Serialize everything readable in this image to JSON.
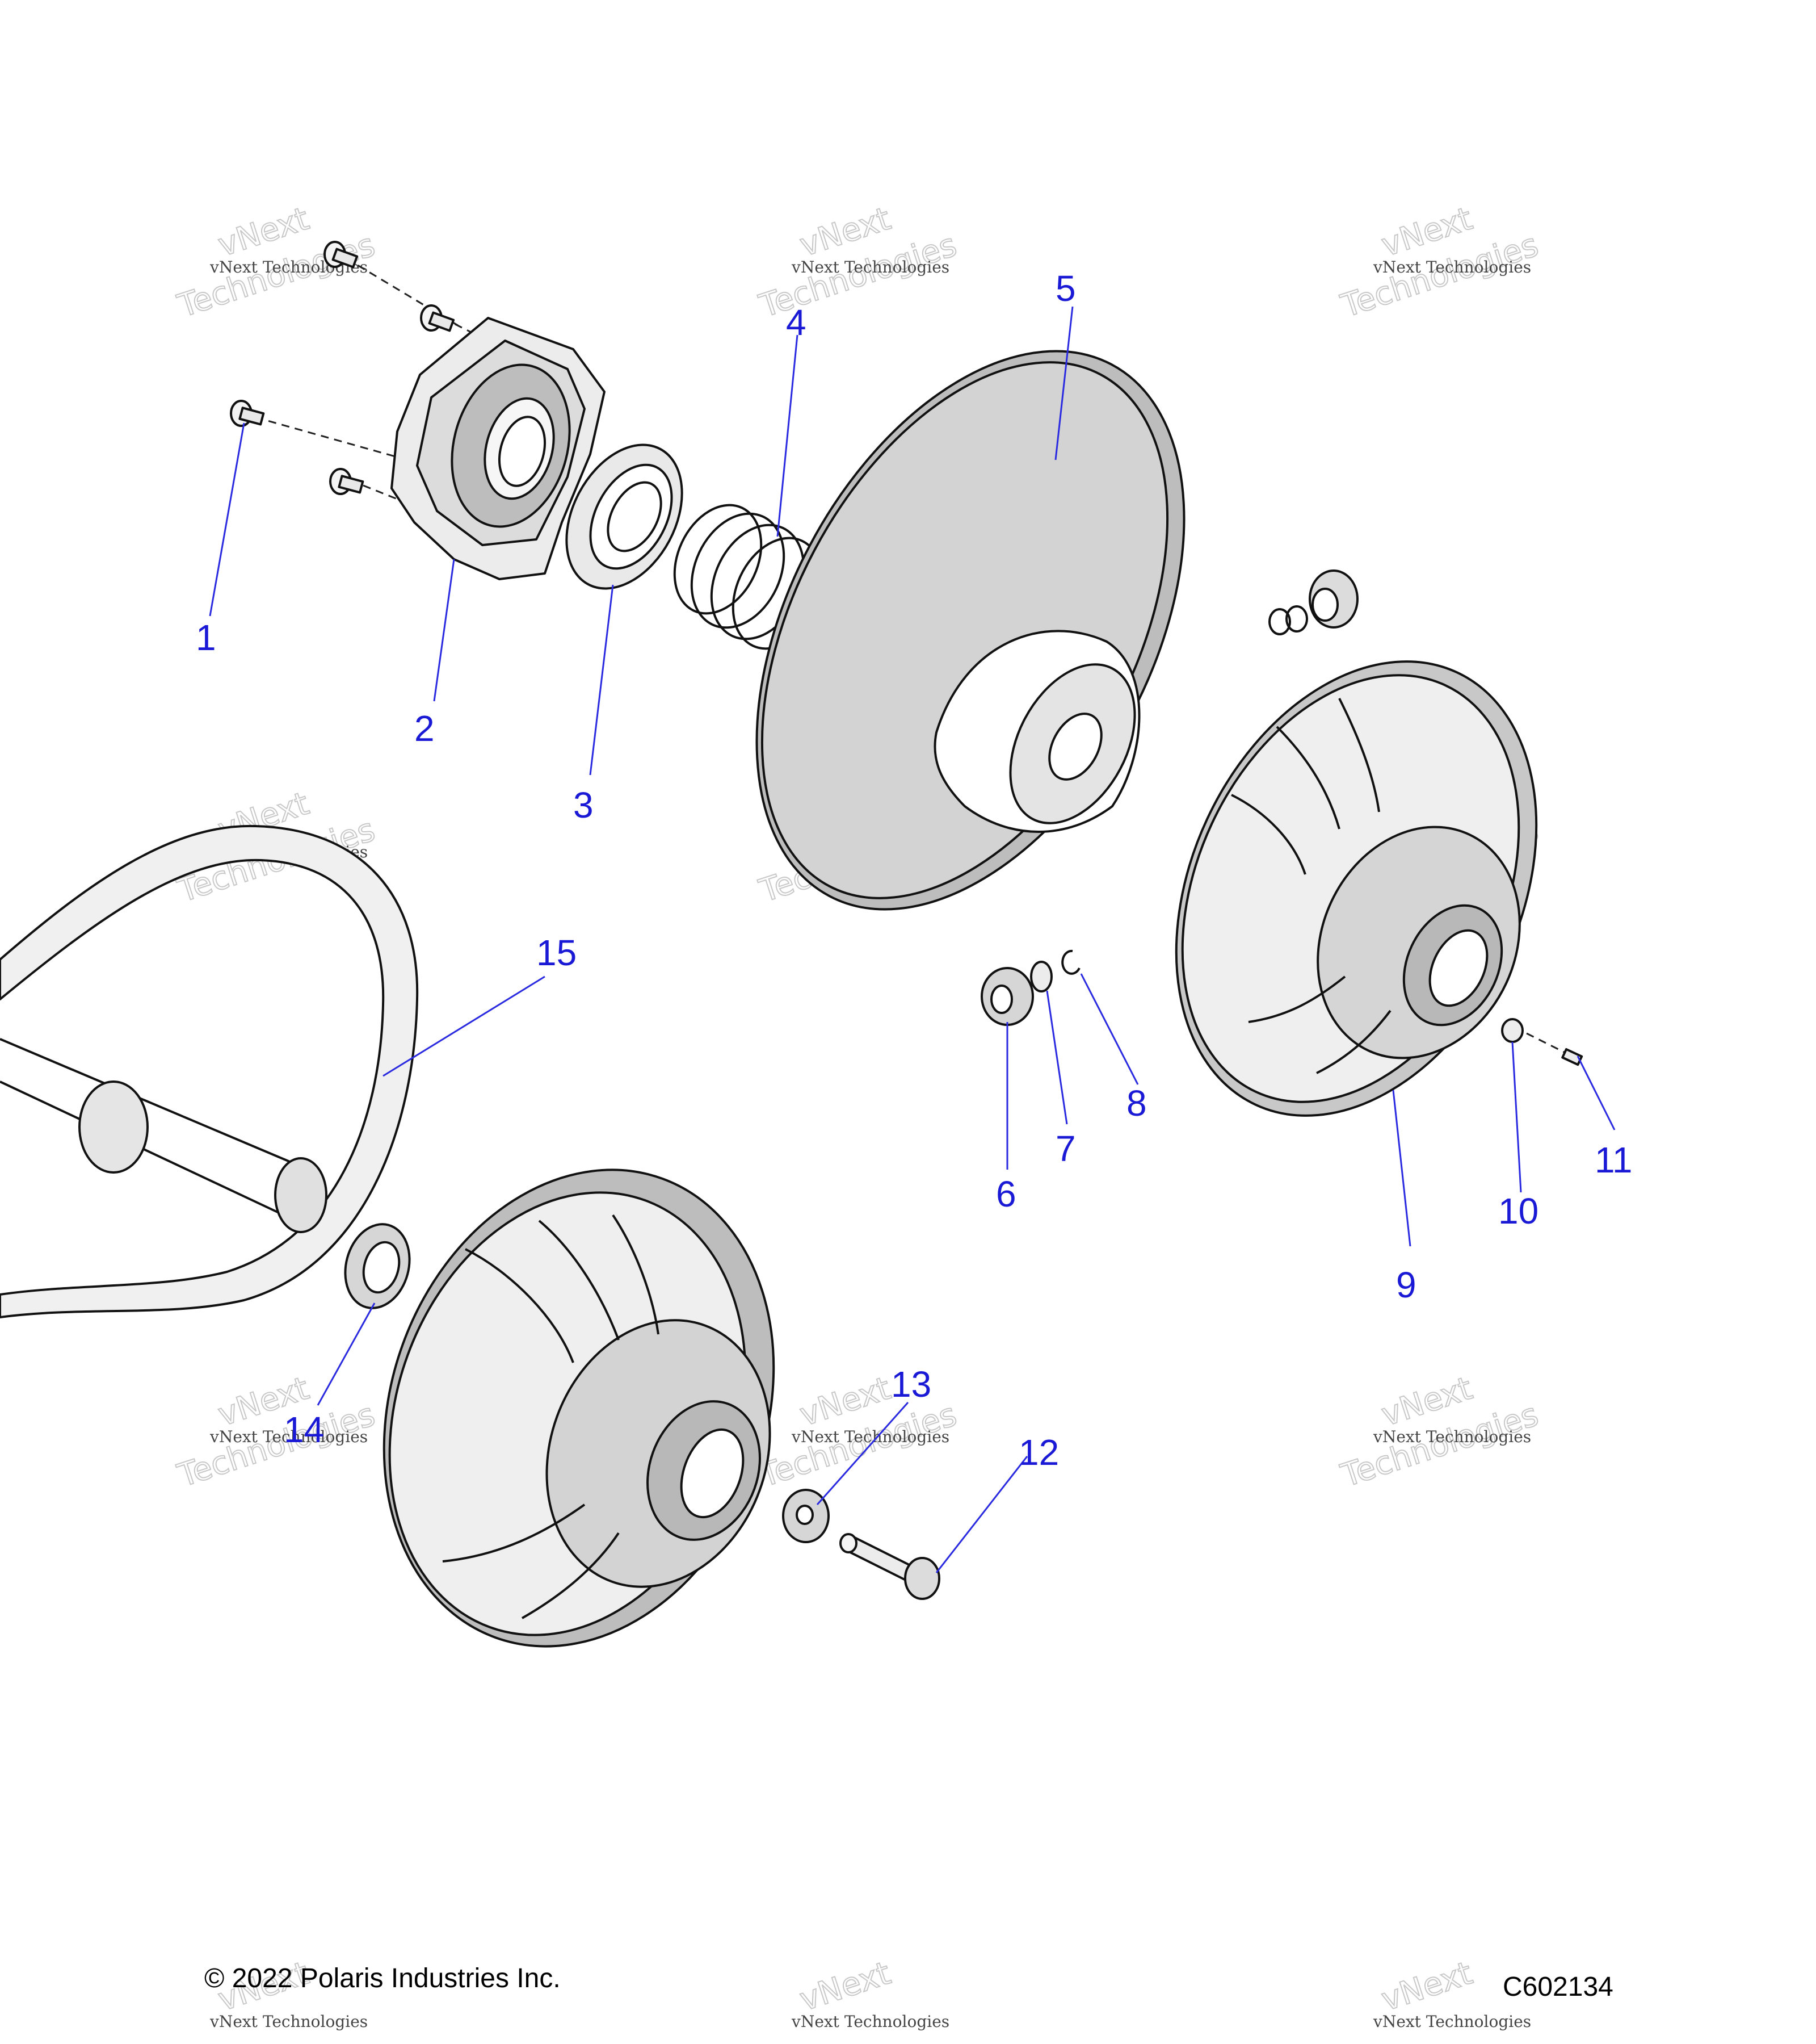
{
  "callouts": [
    "1",
    "2",
    "3",
    "4",
    "5",
    "6",
    "7",
    "8",
    "9",
    "10",
    "11",
    "12",
    "13",
    "14",
    "15"
  ],
  "watermark": {
    "line": "vNext Technologies",
    "big_line_1": "vNext",
    "big_line_2": "Technologies"
  },
  "footer": {
    "copyright": "© 2022 Polaris Industries Inc.",
    "figure_id": "C602134"
  }
}
